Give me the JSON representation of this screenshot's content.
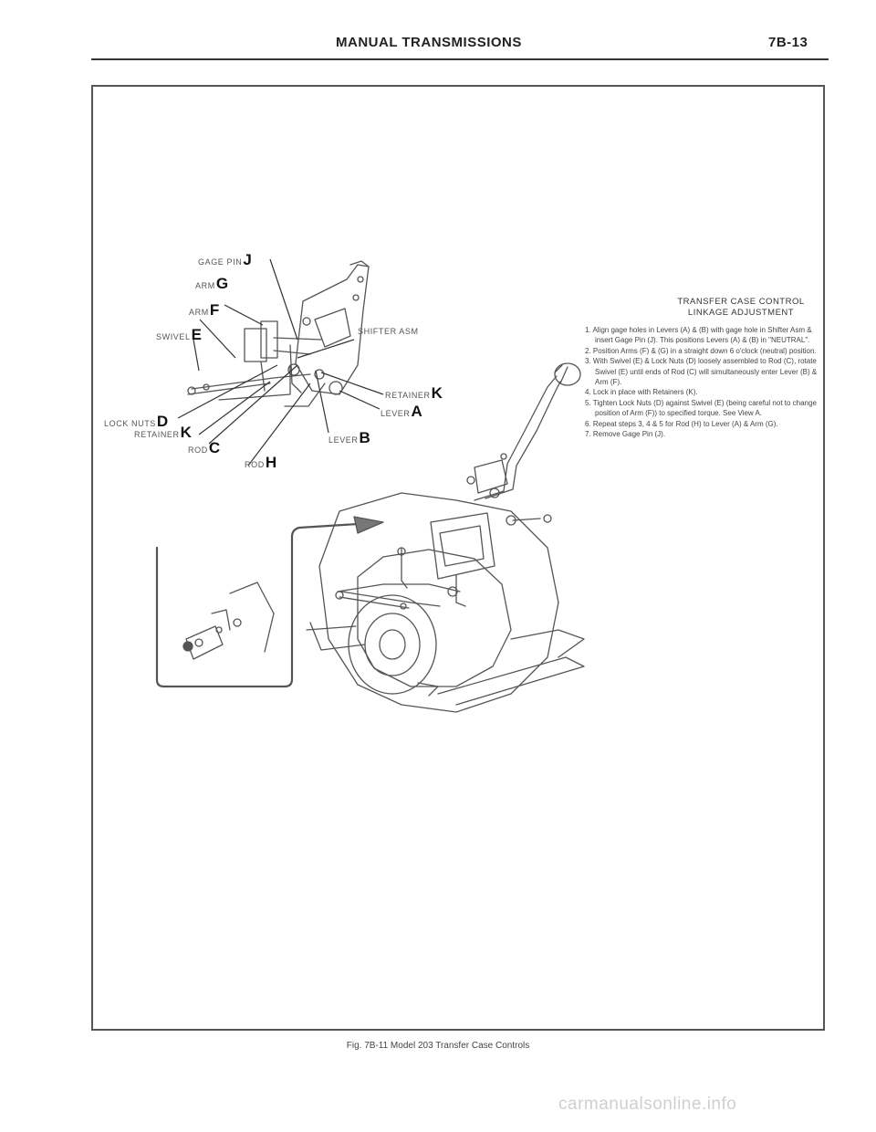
{
  "header": {
    "title": "MANUAL TRANSMISSIONS",
    "page_number": "7B-13"
  },
  "figure": {
    "callouts": {
      "gage_pin": {
        "text": "GAGE PIN",
        "letter": "J"
      },
      "arm_g": {
        "text": "ARM",
        "letter": "G"
      },
      "arm_f": {
        "text": "ARM",
        "letter": "F"
      },
      "swivel": {
        "text": "SWIVEL",
        "letter": "E"
      },
      "shifter_asm": {
        "text": "SHIFTER ASM"
      },
      "retainer_right": {
        "text": "RETAINER",
        "letter": "K"
      },
      "lever_a": {
        "text": "LEVER",
        "letter": "A"
      },
      "lock_nuts": {
        "text": "LOCK NUTS",
        "letter": "D"
      },
      "retainer_left": {
        "text": "RETAINER",
        "letter": "K"
      },
      "rod_c": {
        "text": "ROD",
        "letter": "C"
      },
      "lever_b": {
        "text": "LEVER",
        "letter": "B"
      },
      "rod_h": {
        "text": "ROD",
        "letter": "H"
      }
    },
    "instructions": {
      "title_line1": "TRANSFER CASE CONTROL",
      "title_line2": "LINKAGE ADJUSTMENT",
      "steps": [
        "1. Align gage holes in Levers (A) & (B) with gage hole in Shifter Asm & insert Gage Pin (J). This positions Levers (A) & (B) in \"NEUTRAL\".",
        "2. Position Arms (F) & (G) in a straight down 6 o'clock (neutral) position.",
        "3. With Swivel (E) & Lock Nuts (D) loosely assembled to Rod (C), rotate Swivel (E) until ends of Rod (C) will simultaneously enter Lever (B) & Arm (F).",
        "4. Lock in place with Retainers (K).",
        "5. Tighten Lock Nuts (D) against Swivel (E) (being careful not to change position of Arm (F)) to specified torque. See View A.",
        "6. Repeat steps 3, 4 & 5 for Rod (H) to Lever (A) & Arm (G).",
        "7. Remove Gage Pin (J)."
      ]
    },
    "caption": "Fig. 7B-11 Model 203 Transfer Case Controls"
  },
  "watermark": "carmanualsonline.info"
}
